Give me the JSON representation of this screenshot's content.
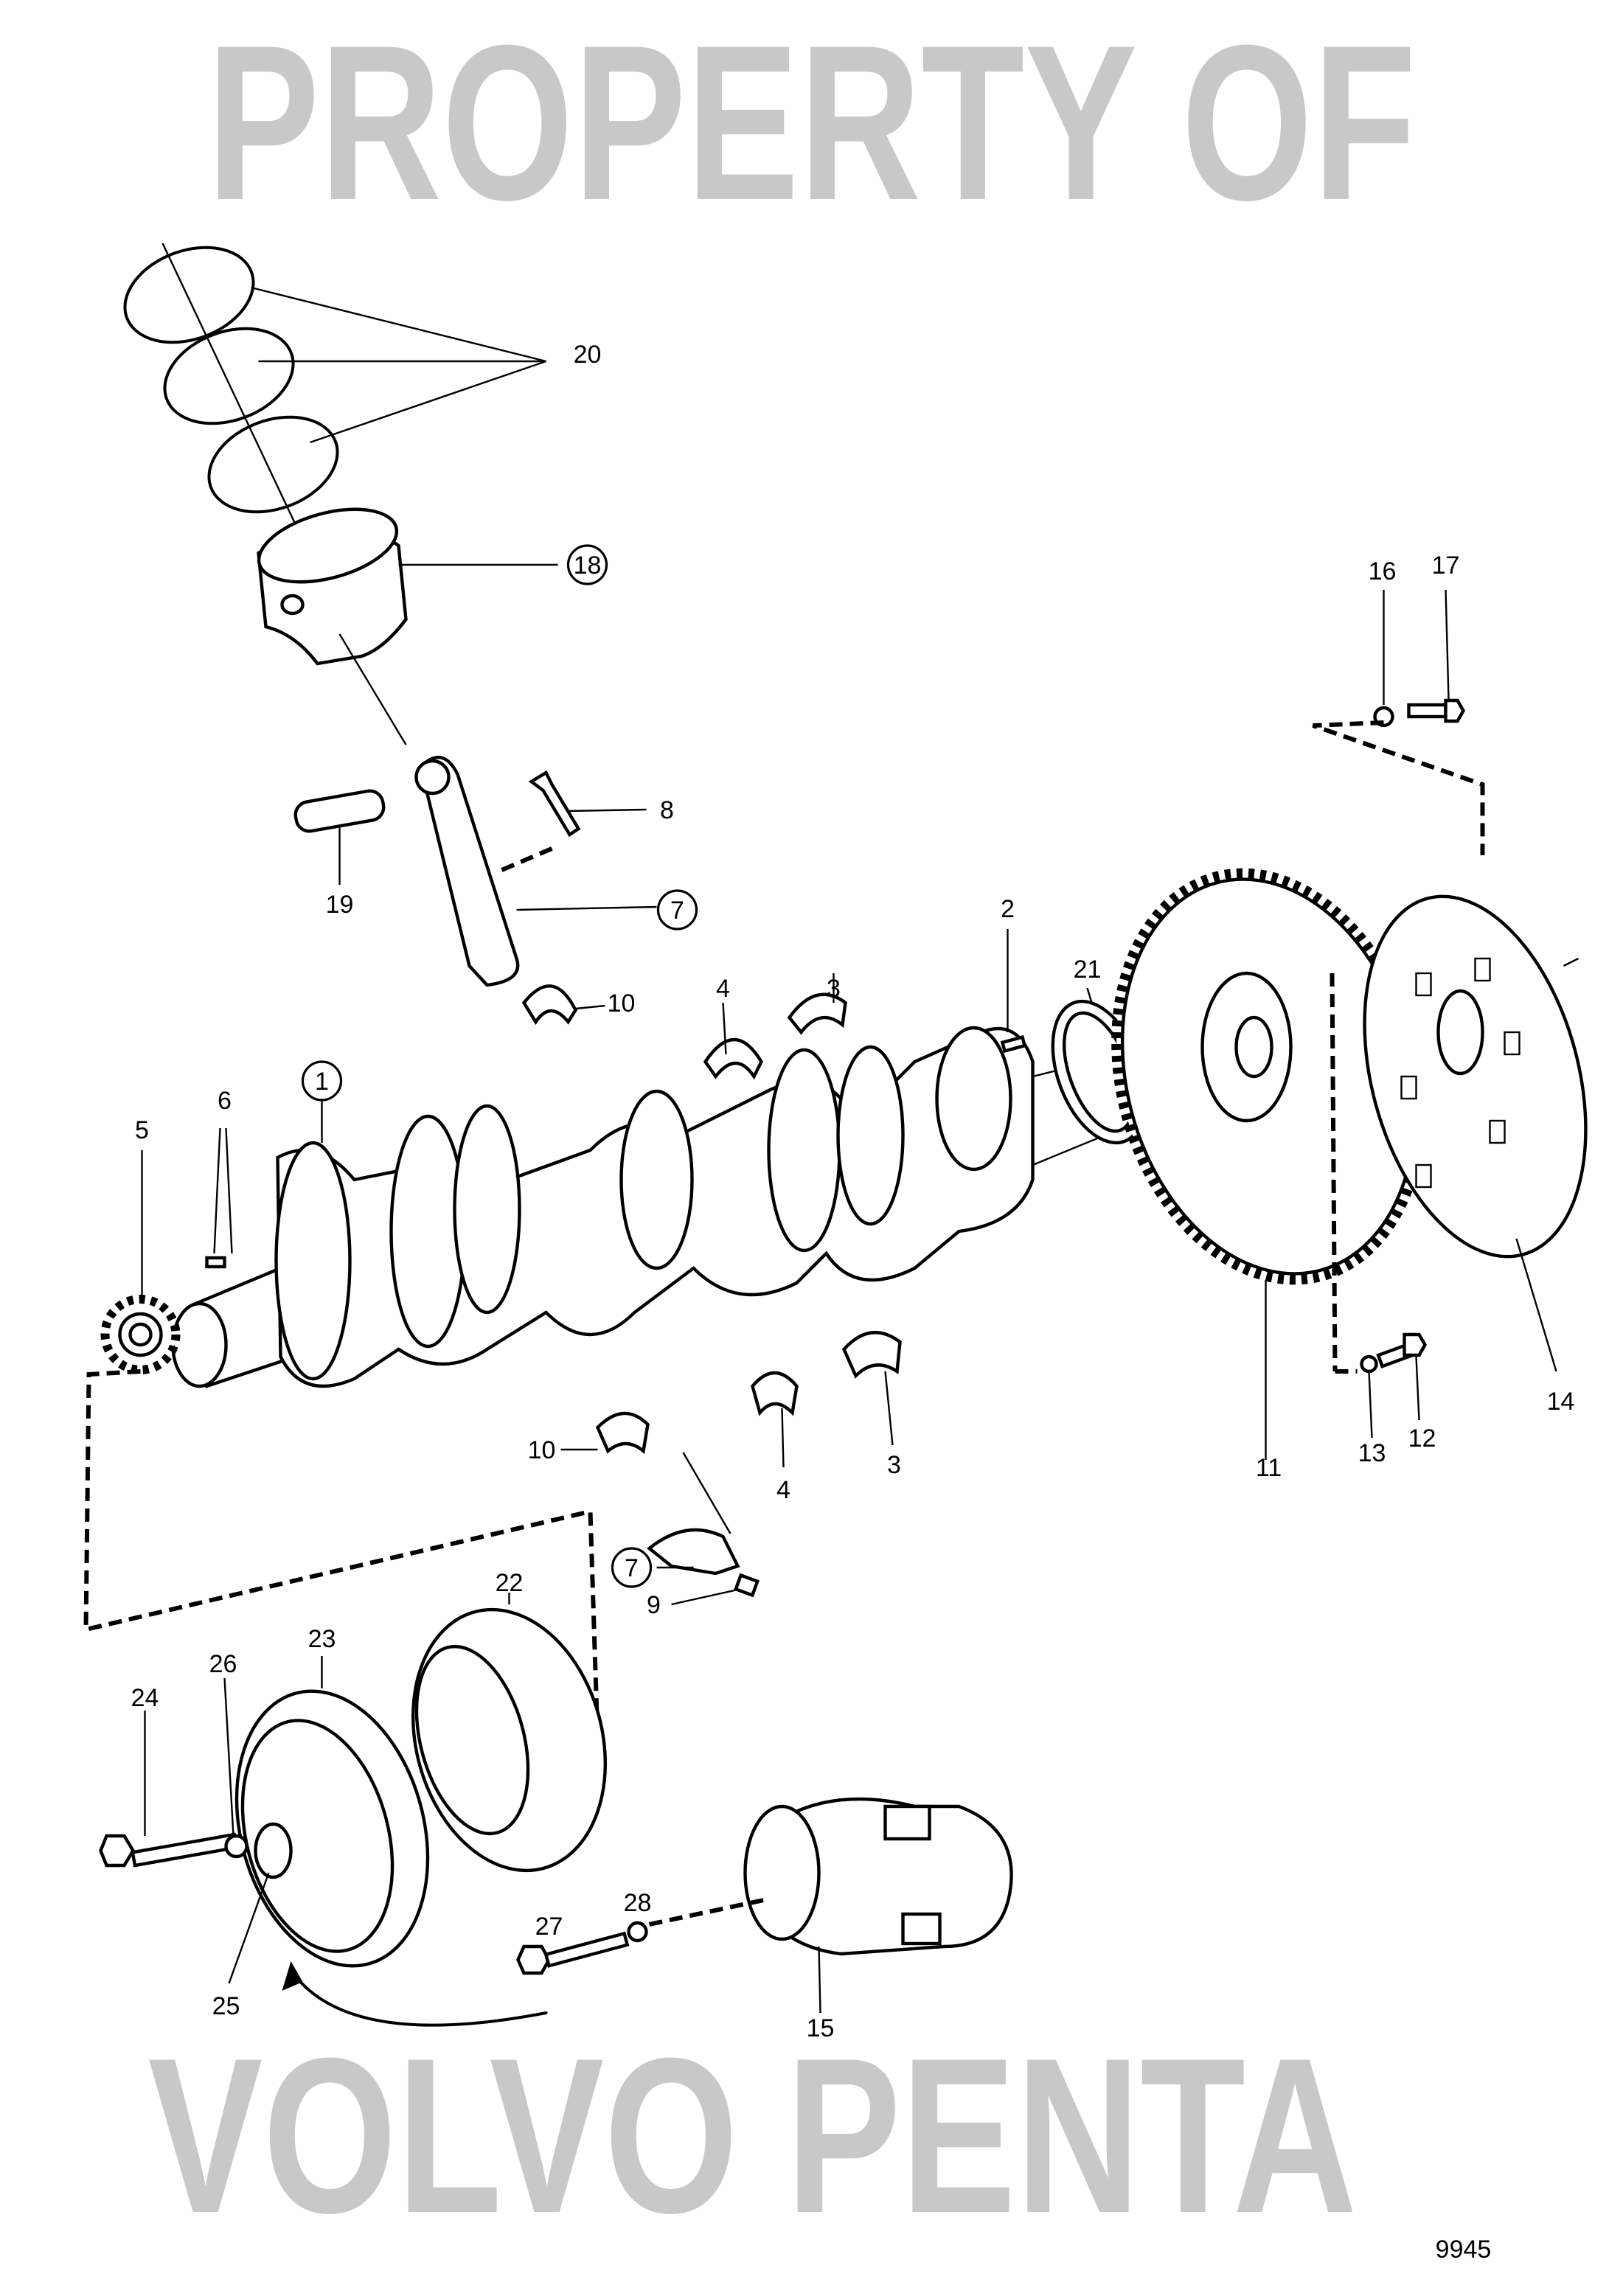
{
  "diagram": {
    "figure_number": "9945",
    "watermark": [
      "PROPERTY OF",
      "VOLVO PENTA"
    ],
    "callouts": {
      "c1": "1",
      "c2": "2",
      "c3a": "3",
      "c3b": "3",
      "c4a": "4",
      "c4b": "4",
      "c5": "5",
      "c6": "6",
      "c7a": "7",
      "c7b": "7",
      "c8": "8",
      "c9": "9",
      "c10a": "10",
      "c10b": "10",
      "c11": "11",
      "c12": "12",
      "c13": "13",
      "c14": "14",
      "c15": "15",
      "c16": "16",
      "c17": "17",
      "c18": "18",
      "c19": "19",
      "c20": "20",
      "c21": "21",
      "c22": "22",
      "c23": "23",
      "c24": "24",
      "c25": "25",
      "c26": "26",
      "c27": "27",
      "c28": "28"
    }
  }
}
